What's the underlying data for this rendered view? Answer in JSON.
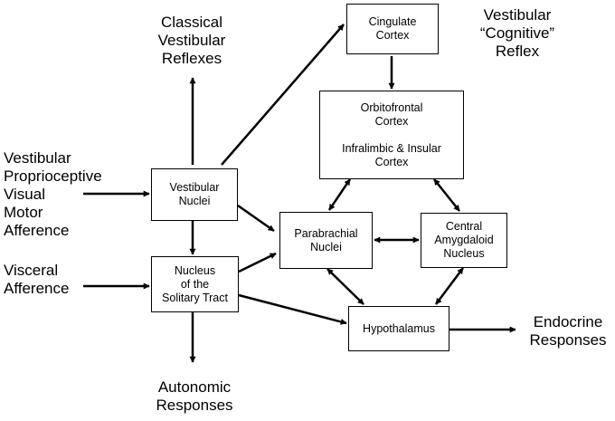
{
  "boxes": {
    "cingulate": [
      "Cingulate",
      "Cortex"
    ],
    "orbitofrontal": [
      "Orbitofrontal",
      "Cortex"
    ],
    "infralimbic": [
      "Infralimbic & Insular",
      "Cortex"
    ],
    "vestibular_nuclei": [
      "Vestibular",
      "Nuclei"
    ],
    "parabrachial": [
      "Parabrachial",
      "Nuclei"
    ],
    "central_amygdaloid": [
      "Central",
      "Amygdaloid",
      "Nucleus"
    ],
    "solitary_tract": [
      "Nucleus",
      "of the",
      "Solitary Tract"
    ],
    "hypothalamus": [
      "Hypothalamus"
    ]
  },
  "labels": {
    "classical": [
      "Classical",
      "Vestibular",
      "Reflexes"
    ],
    "cognitive": [
      "Vestibular",
      "“Cognitive”",
      "Reflex"
    ],
    "inputs": [
      "Vestibular",
      "Proprioceptive",
      "Visual",
      "Motor",
      "Afference"
    ],
    "visceral": [
      "Visceral",
      "Afference"
    ],
    "autonomic": [
      "Autonomic",
      "Responses"
    ],
    "endocrine": [
      "Endocrine",
      "Responses"
    ]
  }
}
